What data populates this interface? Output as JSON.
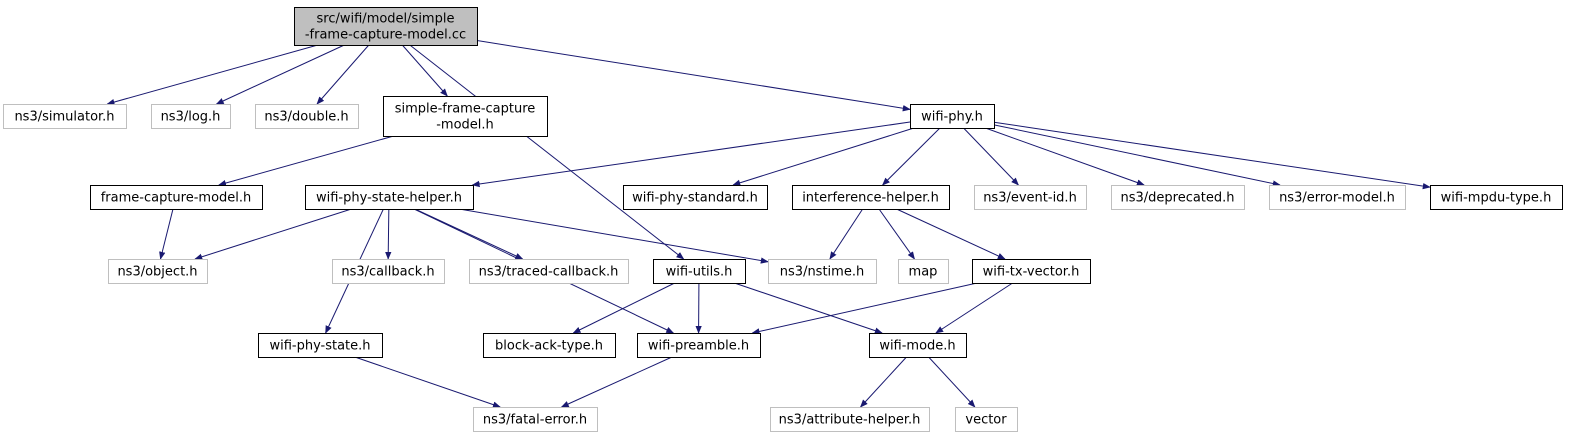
{
  "colors": {
    "edge": "#191970",
    "root_fill": "#bfbfbf",
    "local_border": "#000000",
    "external_border": "#bfbfbf",
    "text": "#000000"
  },
  "nodes": [
    {
      "id": "root",
      "lines": [
        "src/wifi/model/simple",
        "-frame-capture-model.cc"
      ],
      "kind": "root"
    },
    {
      "id": "simulator",
      "lines": [
        "ns3/simulator.h"
      ],
      "kind": "external"
    },
    {
      "id": "log",
      "lines": [
        "ns3/log.h"
      ],
      "kind": "external"
    },
    {
      "id": "double",
      "lines": [
        "ns3/double.h"
      ],
      "kind": "external"
    },
    {
      "id": "sfcm_h",
      "lines": [
        "simple-frame-capture",
        "-model.h"
      ],
      "kind": "local"
    },
    {
      "id": "wifi_phy",
      "lines": [
        "wifi-phy.h"
      ],
      "kind": "local"
    },
    {
      "id": "fcm_h",
      "lines": [
        "frame-capture-model.h"
      ],
      "kind": "local"
    },
    {
      "id": "wpsh",
      "lines": [
        "wifi-phy-state-helper.h"
      ],
      "kind": "local"
    },
    {
      "id": "wps_std",
      "lines": [
        "wifi-phy-standard.h"
      ],
      "kind": "local"
    },
    {
      "id": "interf",
      "lines": [
        "interference-helper.h"
      ],
      "kind": "local"
    },
    {
      "id": "event_id",
      "lines": [
        "ns3/event-id.h"
      ],
      "kind": "external"
    },
    {
      "id": "deprecated",
      "lines": [
        "ns3/deprecated.h"
      ],
      "kind": "external"
    },
    {
      "id": "error_model",
      "lines": [
        "ns3/error-model.h"
      ],
      "kind": "external"
    },
    {
      "id": "mpdu_type",
      "lines": [
        "wifi-mpdu-type.h"
      ],
      "kind": "local"
    },
    {
      "id": "object",
      "lines": [
        "ns3/object.h"
      ],
      "kind": "external"
    },
    {
      "id": "callback",
      "lines": [
        "ns3/callback.h"
      ],
      "kind": "external"
    },
    {
      "id": "traced_cb",
      "lines": [
        "ns3/traced-callback.h"
      ],
      "kind": "external"
    },
    {
      "id": "wifi_utils",
      "lines": [
        "wifi-utils.h"
      ],
      "kind": "local"
    },
    {
      "id": "nstime",
      "lines": [
        "ns3/nstime.h"
      ],
      "kind": "external"
    },
    {
      "id": "map",
      "lines": [
        "map"
      ],
      "kind": "external"
    },
    {
      "id": "txvector",
      "lines": [
        "wifi-tx-vector.h"
      ],
      "kind": "local"
    },
    {
      "id": "phy_state",
      "lines": [
        "wifi-phy-state.h"
      ],
      "kind": "local"
    },
    {
      "id": "block_ack",
      "lines": [
        "block-ack-type.h"
      ],
      "kind": "local"
    },
    {
      "id": "preamble",
      "lines": [
        "wifi-preamble.h"
      ],
      "kind": "local"
    },
    {
      "id": "mode",
      "lines": [
        "wifi-mode.h"
      ],
      "kind": "local"
    },
    {
      "id": "fatal",
      "lines": [
        "ns3/fatal-error.h"
      ],
      "kind": "external"
    },
    {
      "id": "attr_helper",
      "lines": [
        "ns3/attribute-helper.h"
      ],
      "kind": "external"
    },
    {
      "id": "vector",
      "lines": [
        "vector"
      ],
      "kind": "external"
    }
  ],
  "edges": [
    [
      "root",
      "simulator"
    ],
    [
      "root",
      "log"
    ],
    [
      "root",
      "double"
    ],
    [
      "root",
      "sfcm_h"
    ],
    [
      "root",
      "wifi_utils"
    ],
    [
      "root",
      "wifi_phy"
    ],
    [
      "sfcm_h",
      "fcm_h"
    ],
    [
      "fcm_h",
      "object"
    ],
    [
      "wifi_phy",
      "wpsh"
    ],
    [
      "wifi_phy",
      "wps_std"
    ],
    [
      "wifi_phy",
      "interf"
    ],
    [
      "wifi_phy",
      "event_id"
    ],
    [
      "wifi_phy",
      "deprecated"
    ],
    [
      "wifi_phy",
      "error_model"
    ],
    [
      "wifi_phy",
      "mpdu_type"
    ],
    [
      "wpsh",
      "object"
    ],
    [
      "wpsh",
      "phy_state"
    ],
    [
      "wpsh",
      "preamble"
    ],
    [
      "wpsh",
      "callback"
    ],
    [
      "wpsh",
      "traced_cb"
    ],
    [
      "wpsh",
      "nstime"
    ],
    [
      "interf",
      "nstime"
    ],
    [
      "interf",
      "map"
    ],
    [
      "interf",
      "txvector"
    ],
    [
      "wifi_utils",
      "block_ack"
    ],
    [
      "wifi_utils",
      "preamble"
    ],
    [
      "wifi_utils",
      "mode"
    ],
    [
      "txvector",
      "preamble"
    ],
    [
      "txvector",
      "mode"
    ],
    [
      "phy_state",
      "fatal"
    ],
    [
      "preamble",
      "fatal"
    ],
    [
      "mode",
      "attr_helper"
    ],
    [
      "mode",
      "vector"
    ]
  ]
}
